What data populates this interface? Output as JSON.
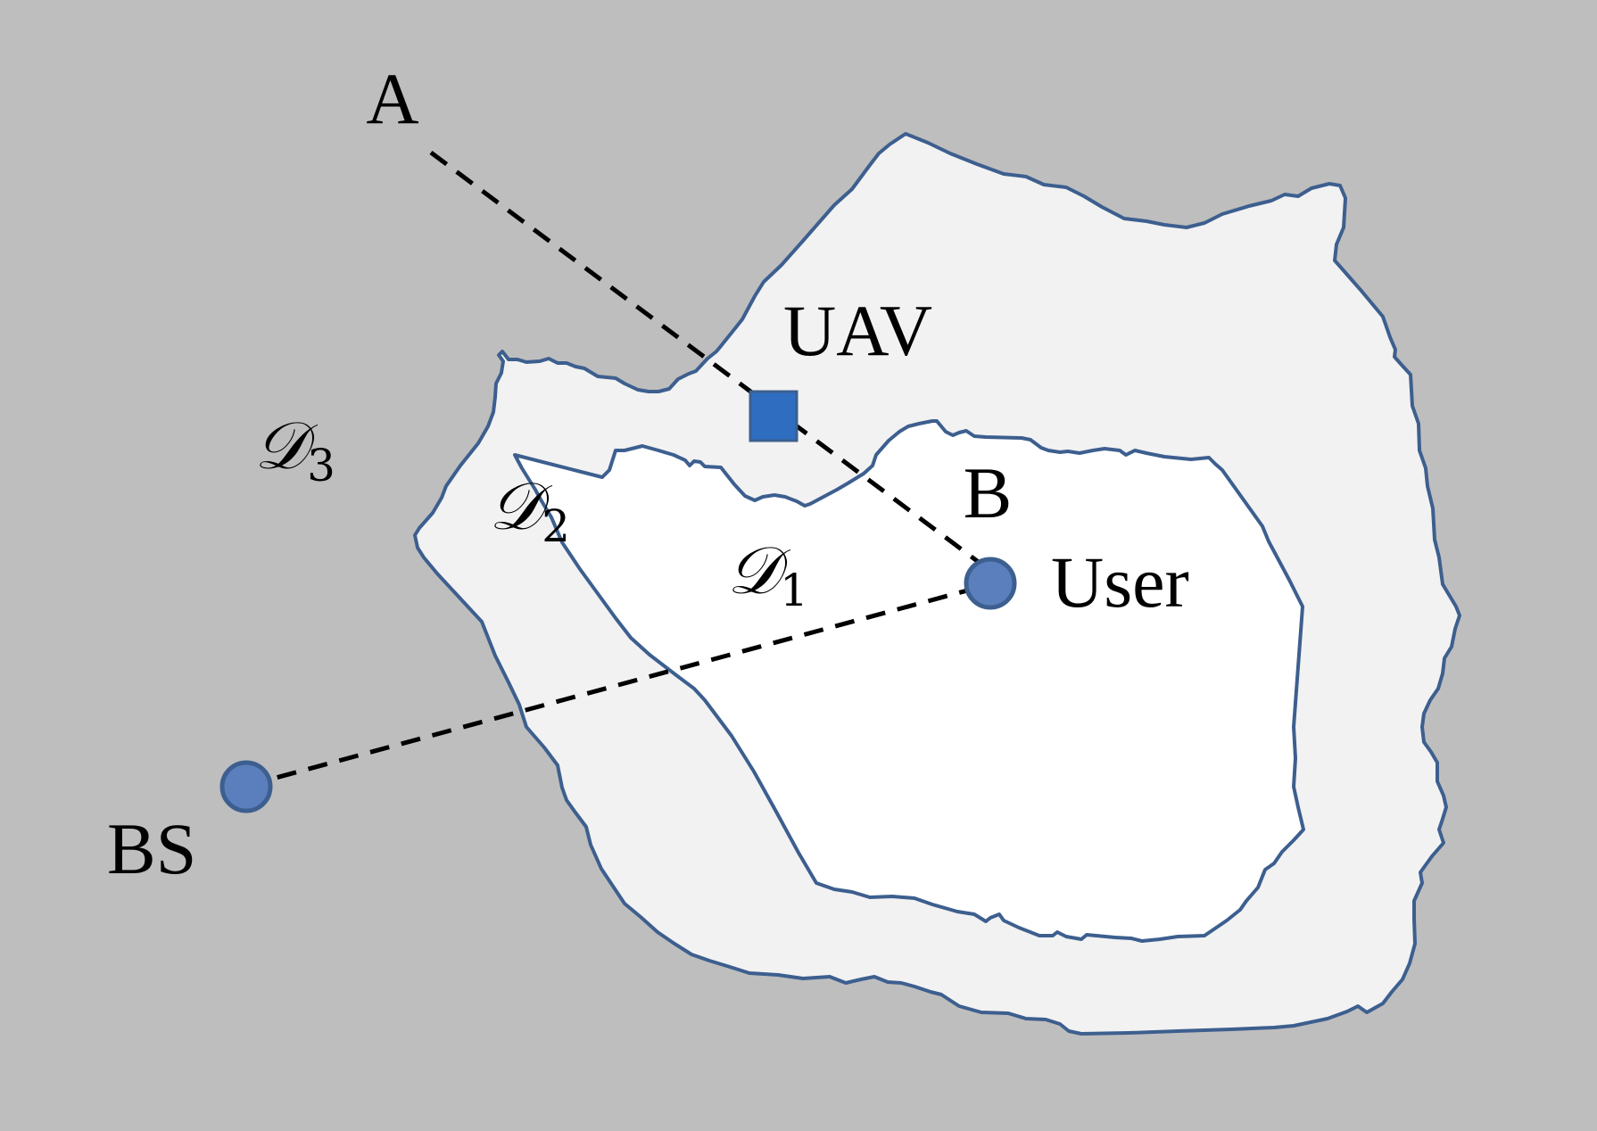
{
  "diagram": {
    "colors": {
      "background": "#bebebe",
      "outer_region_fill": "#f2f2f2",
      "inner_region_fill": "#ffffff",
      "region_outline": "#3d5f8f",
      "node_fill": "#5b7fbd",
      "uav_fill": "#2e6dbf",
      "link_line": "#000000"
    },
    "labels": {
      "point_a": "A",
      "point_b": "B",
      "uav": "UAV",
      "user": "User",
      "bs": "BS"
    },
    "regions": {
      "d1": {
        "symbol": "𝒟",
        "subscript": "1"
      },
      "d2": {
        "symbol": "𝒟",
        "subscript": "2"
      },
      "d3": {
        "symbol": "𝒟",
        "subscript": "3"
      }
    },
    "links": [
      {
        "from": "A",
        "to": "User",
        "via": "UAV",
        "style": "dashed"
      },
      {
        "from": "BS",
        "to": "User",
        "style": "dashed"
      }
    ]
  }
}
